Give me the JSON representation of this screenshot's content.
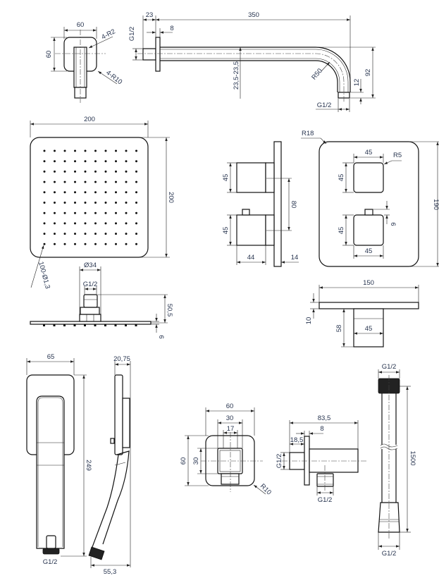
{
  "wall_bracket_front": {
    "width": "60",
    "height": "60",
    "inner_radius": "4-R2",
    "outer_radius": "4-R10"
  },
  "shower_arm": {
    "flange_offset": "23",
    "length": "350",
    "thread": "G1/2",
    "flange_thickness": "8",
    "bend_radius": "R50",
    "pipe_dim": "23,5-23,5",
    "drop": "92",
    "thread_length": "12",
    "outlet_thread": "G1/2"
  },
  "shower_head_top": {
    "width": "200",
    "depth": "200",
    "nozzles": "100-Ø1,3"
  },
  "shower_head_side": {
    "connector_diameter": "Ø34",
    "thread": "G1/2",
    "height": "50,5",
    "thickness": "6"
  },
  "thermostat_side": {
    "knob1_height": "45",
    "knob2_height": "45",
    "spacing": "80",
    "knob_depth": "44",
    "plate_depth": "14"
  },
  "thermostat_front": {
    "corner_radius": "R18",
    "knob1_width": "45",
    "knob_radius": "R5",
    "knob1_height": "45",
    "knob2_height": "45",
    "pin_height": "6",
    "knob2_width": "45",
    "plate_height": "190"
  },
  "thermostat_top": {
    "plate_width": "150",
    "plate_thickness": "10",
    "projection": "58",
    "body_width": "45"
  },
  "hand_shower_front": {
    "width": "65",
    "length": "249",
    "thread": "G1/2"
  },
  "hand_shower_side": {
    "head_thickness": "20,75",
    "depth": "55,3"
  },
  "wall_outlet_front": {
    "width": "60",
    "inner_width": "30",
    "port_width": "17",
    "height": "60",
    "inner_height": "30",
    "radius": "R10"
  },
  "wall_outlet_side": {
    "length": "83,5",
    "flange": "8",
    "nipple": "18,5",
    "inlet_thread": "G1/2",
    "outlet_thread": "G1/2"
  },
  "hose": {
    "top_thread": "G1/2",
    "length": "1500",
    "bottom_thread": "G1/2"
  }
}
